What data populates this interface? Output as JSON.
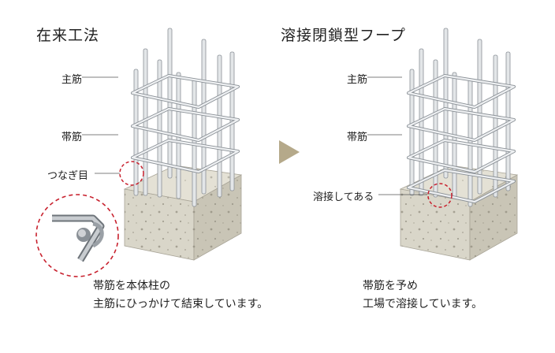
{
  "left": {
    "title": "在来工法",
    "labels": {
      "main_rebar": "主筋",
      "hoop": "帯筋",
      "joint": "つなぎ目"
    },
    "caption": {
      "line1": "帯筋を本体柱の",
      "line2": "主筋にひっかけて結束しています。"
    }
  },
  "right": {
    "title": "溶接閉鎖型フープ",
    "labels": {
      "main_rebar": "主筋",
      "hoop": "帯筋",
      "weld": "溶接してある"
    },
    "caption": {
      "line1": "帯筋を予め",
      "line2": "工場で溶接しています。"
    }
  },
  "colors": {
    "concrete": "#d9d6c9",
    "concrete_dark": "#bfbbab",
    "rebar": "#dfe3e6",
    "rebar_outline": "#8a9096",
    "highlight": "#c8212e",
    "arrow": "#b5a98a"
  }
}
